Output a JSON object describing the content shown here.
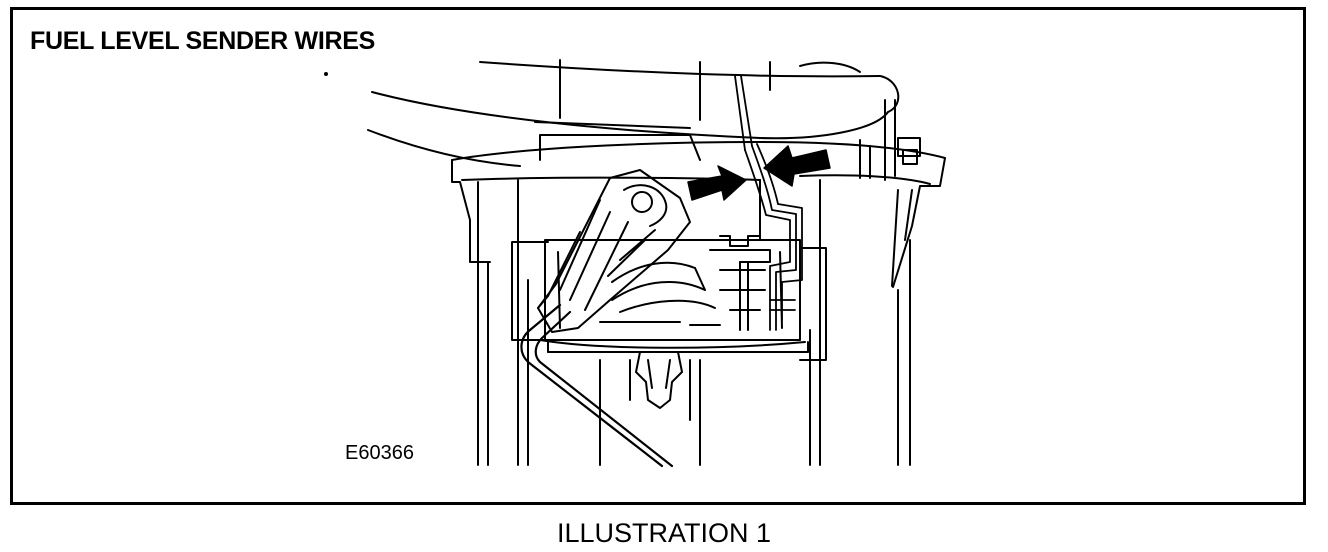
{
  "figure": {
    "title": "FUEL LEVEL SENDER WIRES",
    "figure_code": "E60366",
    "caption": "ILLUSTRATION 1"
  },
  "colors": {
    "line": "#000000",
    "background": "#ffffff",
    "arrow_fill": "#000000"
  },
  "annotations": {
    "arrows": [
      {
        "name": "left-wire-arrow",
        "direction": "right"
      },
      {
        "name": "right-wire-arrow",
        "direction": "left"
      }
    ]
  }
}
